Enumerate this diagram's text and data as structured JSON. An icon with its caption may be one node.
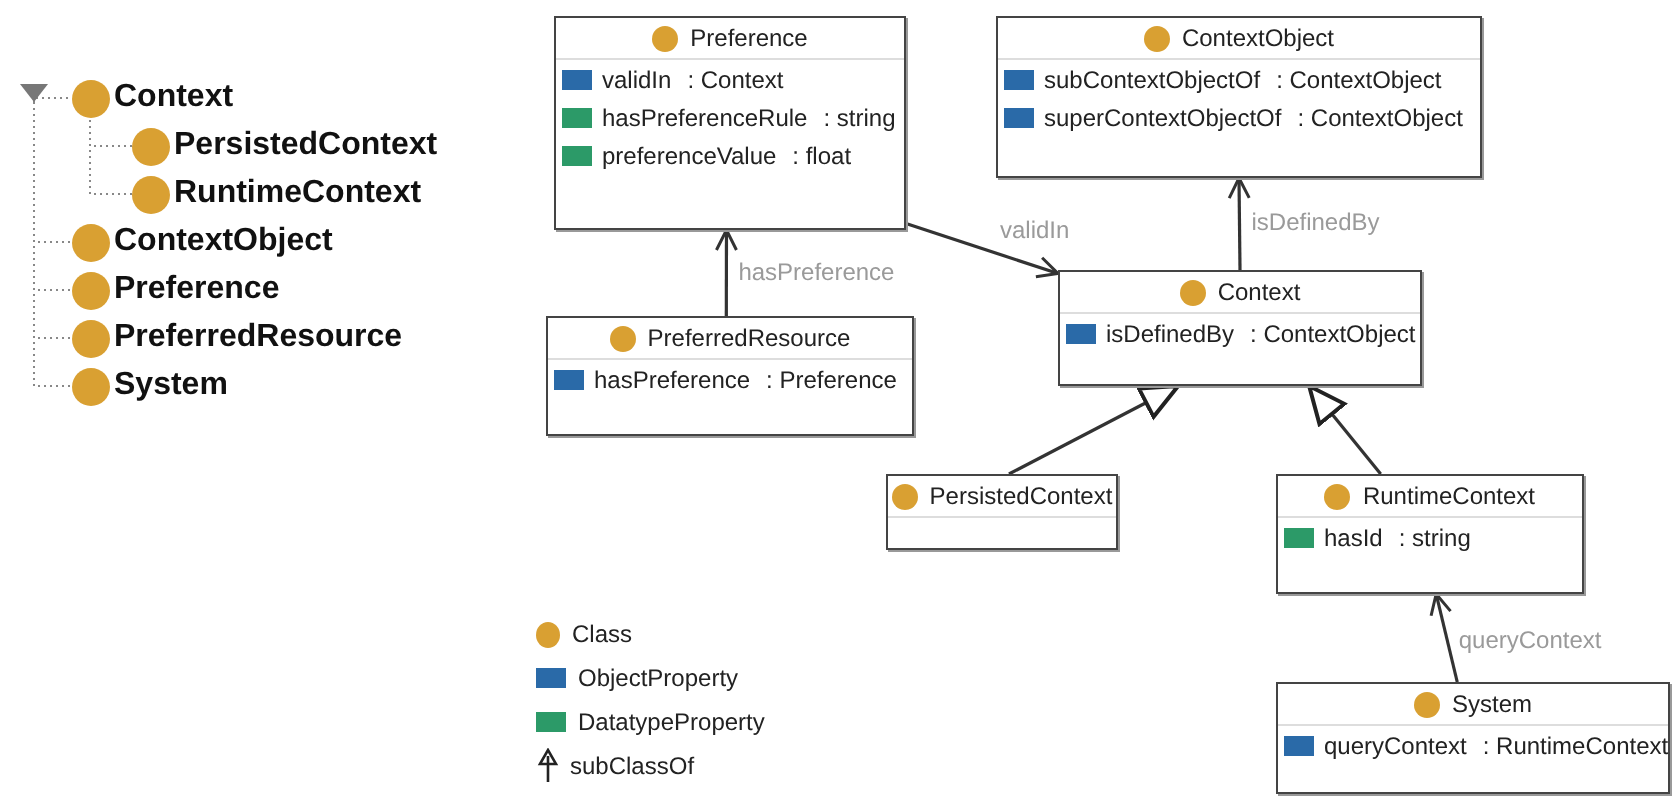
{
  "diagram": {
    "nodes": [
      {
        "text": [],
        "shape": "triangle"
      },
      {
        "text": [
          "Context"
        ]
      },
      {
        "text": [
          "PersistedContext"
        ]
      },
      {
        "text": [
          "RuntimeContext"
        ]
      },
      {
        "text": [
          "ContextObject"
        ]
      },
      {
        "text": [
          "Preference"
        ]
      },
      {
        "text": [
          "PreferredResource"
        ]
      },
      {
        "text": [
          "System"
        ]
      },
      {
        "text": [
          "Preference",
          "validIn",
          ": Context",
          "hasPreferenceRule",
          ": string",
          "preferenceValue",
          ": float"
        ]
      },
      {
        "text": [
          "ContextObject",
          "subContextObjectOf",
          ": ContextObject",
          "superContextObjectOf",
          ": ContextObject"
        ]
      },
      {
        "text": [
          "PreferredResource",
          "hasPreference",
          ": Preference"
        ]
      },
      {
        "text": [
          "Context",
          "isDefinedBy",
          ": ContextObject"
        ]
      },
      {
        "text": [
          "PersistedContext"
        ]
      },
      {
        "text": [
          "RuntimeContext",
          "hasId",
          ": string"
        ]
      },
      {
        "text": [
          "System",
          "queryContext",
          ": RuntimeContext"
        ]
      }
    ],
    "edges": [
      {
        "from": 0,
        "to": 1,
        "arrow": "none",
        "style": "dashed"
      },
      {
        "from": 1,
        "to": 2,
        "arrow": "none",
        "style": "dashed"
      },
      {
        "from": 1,
        "to": 3,
        "arrow": "none",
        "style": "dashed"
      },
      {
        "from": 0,
        "to": 4,
        "arrow": "none",
        "style": "dashed"
      },
      {
        "from": 0,
        "to": 5,
        "arrow": "none",
        "style": "dashed"
      },
      {
        "from": 0,
        "to": 6,
        "arrow": "none",
        "style": "dashed"
      },
      {
        "from": 0,
        "to": 7,
        "arrow": "none",
        "style": "dashed"
      },
      {
        "from": 10,
        "to": 8,
        "arrow": "to",
        "label": "hasPreference"
      },
      {
        "from": 8,
        "to": 11,
        "arrow": "to",
        "label": "validIn"
      },
      {
        "from": 11,
        "to": 9,
        "arrow": "to",
        "label": "isDefinedBy"
      },
      {
        "from": 12,
        "to": 11,
        "arrow": "to"
      },
      {
        "from": 13,
        "to": 11,
        "arrow": "to"
      },
      {
        "from": 14,
        "to": 13,
        "arrow": "to",
        "label": "queryContext"
      }
    ],
    "legend": [
      {
        "text": "Class",
        "color": "#d9a032"
      },
      {
        "text": "ObjectProperty",
        "color": "#2a6aa8"
      },
      {
        "text": "DatatypeProperty",
        "color": "#2c9a68"
      },
      {
        "text": "subClassOf"
      }
    ]
  }
}
